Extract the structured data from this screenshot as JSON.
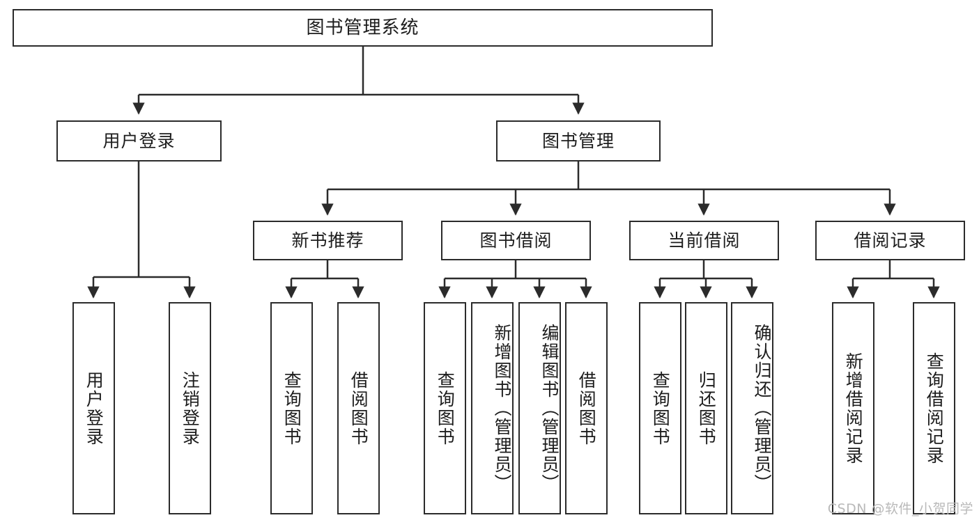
{
  "diagram": {
    "title": "图书管理系统",
    "watermark": "CSDN @软件_小贺同学",
    "colors": {
      "stroke": "#2b2b2b",
      "fill": "#ffffff",
      "text": "#1c1c1c",
      "watermark": "#b9b9b9"
    },
    "root": {
      "label": "图书管理系统"
    },
    "level2": [
      {
        "label": "用户登录"
      },
      {
        "label": "图书管理"
      }
    ],
    "level3": [
      {
        "label": "新书推荐"
      },
      {
        "label": "图书借阅"
      },
      {
        "label": "当前借阅"
      },
      {
        "label": "借阅记录"
      }
    ],
    "leaves": [
      {
        "label": "用户登录",
        "parent": "用户登录",
        "align": "mid"
      },
      {
        "label": "注销登录",
        "parent": "用户登录",
        "align": "mid"
      },
      {
        "label": "查询图书",
        "parent": "新书推荐",
        "align": "mid"
      },
      {
        "label": "借阅图书",
        "parent": "新书推荐",
        "align": "mid"
      },
      {
        "label": "查询图书",
        "parent": "图书借阅",
        "align": "mid"
      },
      {
        "label": "新增图书（管理员）",
        "parent": "图书借阅",
        "align": "top"
      },
      {
        "label": "编辑图书（管理员）",
        "parent": "图书借阅",
        "align": "top"
      },
      {
        "label": "借阅图书",
        "parent": "图书借阅",
        "align": "mid"
      },
      {
        "label": "查询图书",
        "parent": "当前借阅",
        "align": "mid"
      },
      {
        "label": "归还图书",
        "parent": "当前借阅",
        "align": "mid"
      },
      {
        "label": "确认归还（管理员）",
        "parent": "当前借阅",
        "align": "top"
      },
      {
        "label": "新增借阅记录",
        "parent": "借阅记录",
        "align": "mid"
      },
      {
        "label": "查询借阅记录",
        "parent": "借阅记录",
        "align": "mid"
      }
    ]
  }
}
